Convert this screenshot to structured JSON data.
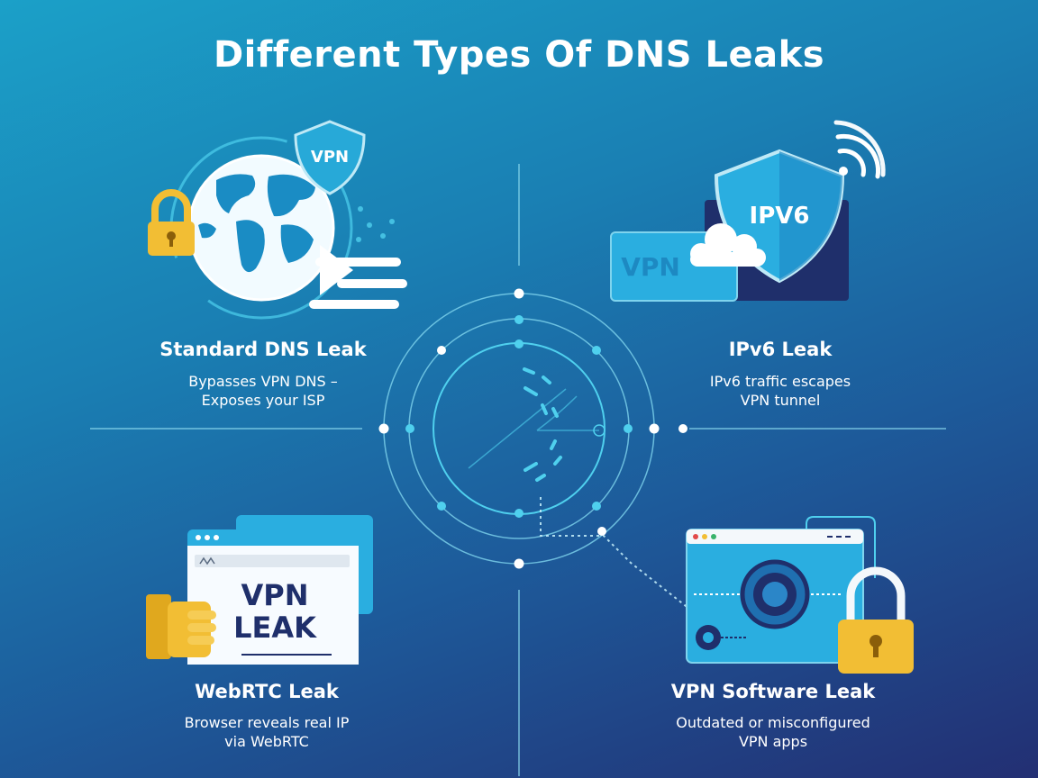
{
  "title": "Different Types Of DNS Leaks",
  "cards": [
    {
      "title": "Standard DNS Leak",
      "desc": [
        "Bypasses VPN DNS –",
        "Exposes your ISP"
      ],
      "illustration": "globe-lock-shield",
      "badge": "VPN"
    },
    {
      "title": "IPv6 Leak",
      "desc": [
        "IPv6 traffic escapes",
        "VPN tunnel"
      ],
      "illustration": "shield-wifi-cloud",
      "badge": "IPV6",
      "label": "VPN"
    },
    {
      "title": "WebRTC Leak",
      "desc": [
        "Browser reveals real IP",
        "via WebRTC"
      ],
      "illustration": "browser-window",
      "window_text": [
        "VPN",
        "LEAK"
      ]
    },
    {
      "title": "VPN Software Leak",
      "desc": [
        "Outdated or misconfigured",
        "VPN apps"
      ],
      "illustration": "app-window-lock"
    }
  ],
  "colors": {
    "bg_top": "#1ba0c8",
    "bg_bottom": "#232f73",
    "accent": "#4fd0ee",
    "lock": "#f2be34",
    "navy": "#1f2f6b"
  }
}
